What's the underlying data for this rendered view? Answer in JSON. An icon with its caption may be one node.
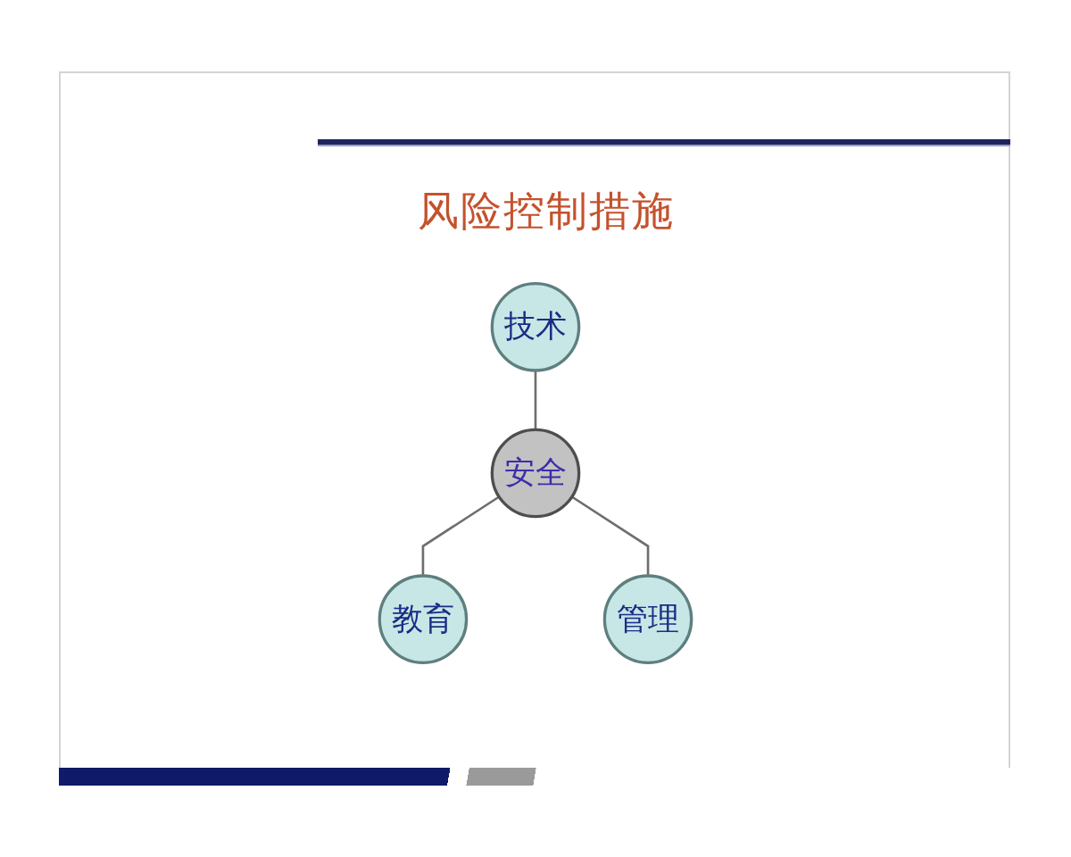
{
  "diagram": {
    "title": "风险控制措施",
    "nodes": [
      {
        "text": [
          "技术"
        ]
      },
      {
        "text": [
          "安全"
        ]
      },
      {
        "text": [
          "教育"
        ]
      },
      {
        "text": [
          "管理"
        ]
      }
    ],
    "edges": [
      {
        "from": 0,
        "to": 1,
        "arrow": "none"
      },
      {
        "from": 1,
        "to": 2,
        "arrow": "none"
      },
      {
        "from": 1,
        "to": 3,
        "arrow": "none"
      }
    ]
  }
}
